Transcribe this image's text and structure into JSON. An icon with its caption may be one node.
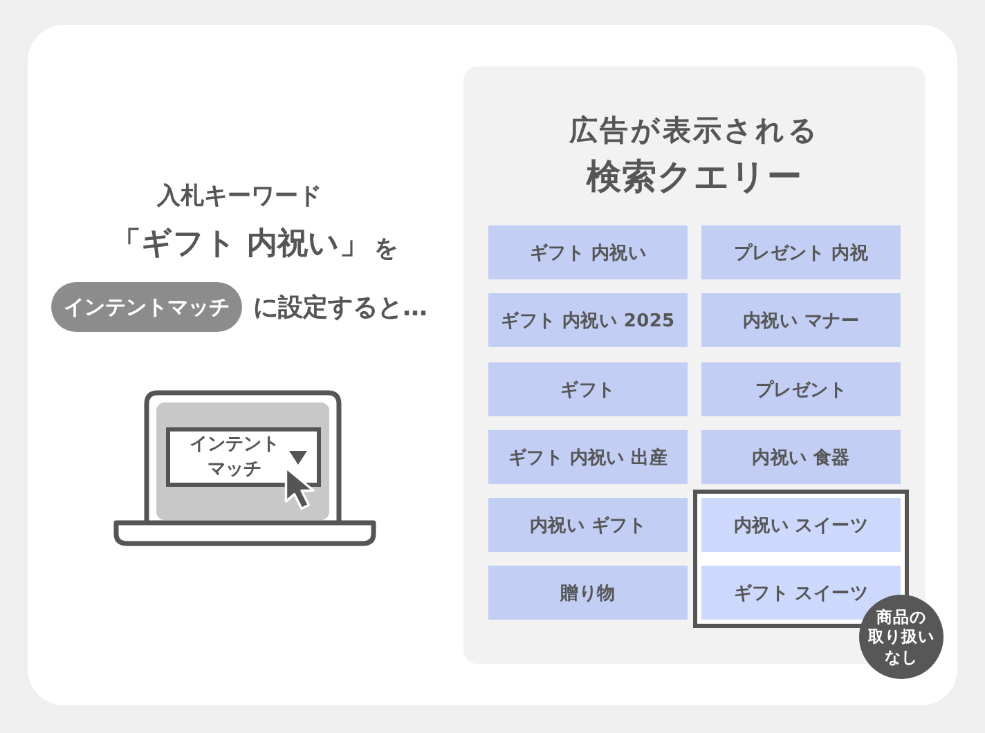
{
  "diagram": {
    "nodes": [
      {
        "text": [
          "インテントマッチ"
        ]
      },
      {
        "text": [
          "インテントマッチ"
        ]
      },
      {
        "text": [
          "広告が表示される",
          "検索クエリー"
        ]
      },
      {
        "text": [
          "ギフト 内祝い"
        ],
        "in": 2
      },
      {
        "text": [
          "プレゼント 内祝"
        ],
        "in": 2
      },
      {
        "text": [
          "ギフト 内祝い 2025"
        ],
        "in": 2
      },
      {
        "text": [
          "内祝い マナー"
        ],
        "in": 2
      },
      {
        "text": [
          "ギフト"
        ],
        "in": 2
      },
      {
        "text": [
          "プレゼント"
        ],
        "in": 2
      },
      {
        "text": [
          "ギフト 内祝い 出産"
        ],
        "in": 2
      },
      {
        "text": [
          "内祝い 食器"
        ],
        "in": 2
      },
      {
        "text": [
          "内祝い ギフト"
        ],
        "in": 2
      },
      {
        "text": [],
        "shape": "box",
        "in": 2
      },
      {
        "text": [
          "内祝い スイーツ"
        ],
        "in": 12
      },
      {
        "text": [
          "贈り物"
        ],
        "in": 2
      },
      {
        "text": [
          "ギフト スイーツ"
        ],
        "in": 12
      },
      {
        "text": [
          "商品の取り扱いなし"
        ]
      }
    ],
    "labels": [
      "入札キーワード",
      "「ギフト 内祝い」",
      "を",
      "に設定すると…"
    ]
  }
}
